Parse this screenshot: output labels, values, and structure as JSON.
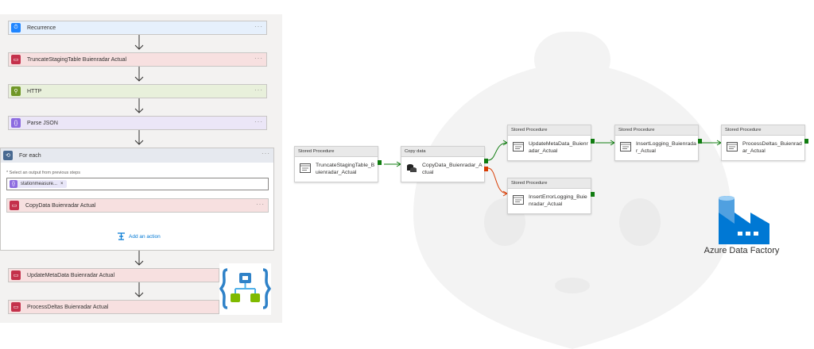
{
  "logic_app": {
    "steps": [
      {
        "label": "Recurrence",
        "icon": "clock-icon",
        "color": "#1f85ff",
        "bg": "#e6f0fc"
      },
      {
        "label": "TruncateStagingTable Buienradar Actual",
        "icon": "stored-procedure-icon",
        "color": "#c4314b",
        "bg": "#f7e0e0"
      },
      {
        "label": "HTTP",
        "icon": "http-globe-icon",
        "color": "#709727",
        "bg": "#e8f0db"
      },
      {
        "label": "Parse JSON",
        "icon": "parse-json-icon",
        "color": "#8c6be0",
        "bg": "#ebe6f7"
      }
    ],
    "more": "···",
    "foreach": {
      "label": "For each",
      "field_label": "* Select an output from previous steps",
      "token": "stationmeasure...",
      "token_remove": "×",
      "inner_step": {
        "label": "CopyData Buienradar Actual",
        "icon": "stored-procedure-icon",
        "color": "#c4314b",
        "bg": "#f7e0e0"
      },
      "add_action": "Add an action"
    },
    "after_steps": [
      {
        "label": "UpdateMetaData Buienradar Actual",
        "icon": "stored-procedure-icon",
        "color": "#c4314b",
        "bg": "#f7e0e0"
      },
      {
        "label": "ProcessDeltas Buienradar Actual",
        "icon": "stored-procedure-icon",
        "color": "#c4314b",
        "bg": "#f7e0e0"
      }
    ]
  },
  "pipeline": {
    "activities": [
      {
        "type": "Stored Procedure",
        "name": "TruncateStagingTable_Buienradar_Actual",
        "icon": "stored-procedure-icon"
      },
      {
        "type": "Copy data",
        "name": "CopyData_Buienradar_Actual",
        "icon": "copy-data-icon"
      },
      {
        "type": "Stored Procedure",
        "name": "UpdateMetaData_Buienradar_Actual",
        "icon": "stored-procedure-icon"
      },
      {
        "type": "Stored Procedure",
        "name": "InsertLogging_Buienradar_Actual",
        "icon": "stored-procedure-icon"
      },
      {
        "type": "Stored Procedure",
        "name": "ProcessDeltas_Buienradar_Actual",
        "icon": "stored-procedure-icon"
      },
      {
        "type": "Stored Procedure",
        "name": "InsertErrorLogging_Buienradar_Actual",
        "icon": "stored-procedure-icon"
      }
    ],
    "success_color": "#107c10",
    "failure_color": "#d83b01"
  },
  "adf": {
    "caption": "Azure Data Factory",
    "brand_color": "#0078d4"
  }
}
